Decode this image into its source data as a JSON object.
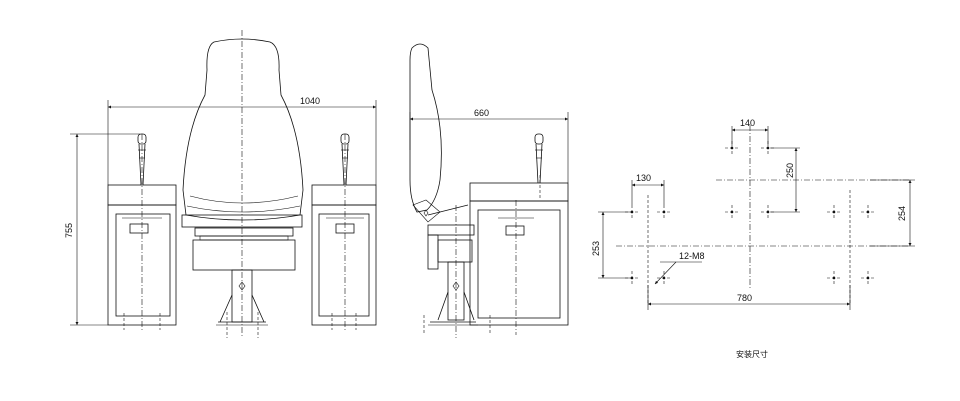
{
  "front_view": {
    "width_label": "1040",
    "height_label": "755"
  },
  "side_view": {
    "depth_label": "660"
  },
  "install_plan": {
    "dim_top": "140",
    "dim_right_upper": "250",
    "dim_left_upper": "130",
    "dim_right": "254",
    "dim_left": "253",
    "hole_label": "12-M8",
    "dim_bottom": "780",
    "caption": "安装尺寸"
  }
}
